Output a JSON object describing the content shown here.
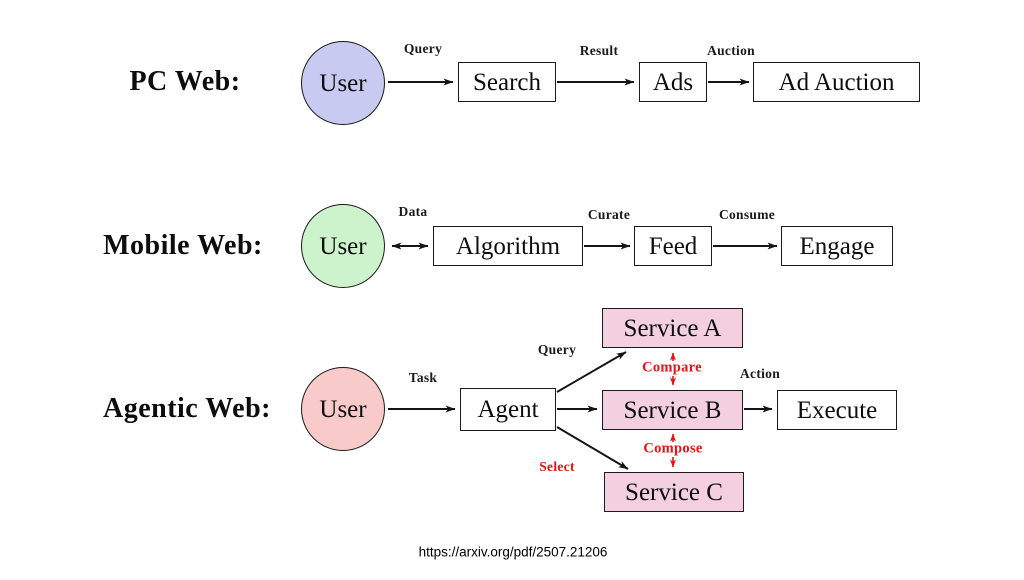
{
  "pc": {
    "row_label": "PC Web:",
    "user": "User",
    "search": "Search",
    "ads": "Ads",
    "ad_auction": "Ad Auction",
    "edge_query": "Query",
    "edge_result": "Result",
    "edge_auction": "Auction"
  },
  "mobile": {
    "row_label": "Mobile Web:",
    "user": "User",
    "algorithm": "Algorithm",
    "feed": "Feed",
    "engage": "Engage",
    "edge_data": "Data",
    "edge_curate": "Curate",
    "edge_consume": "Consume"
  },
  "agentic": {
    "row_label": "Agentic Web:",
    "user": "User",
    "agent": "Agent",
    "service_a": "Service A",
    "service_b": "Service B",
    "service_c": "Service C",
    "execute": "Execute",
    "edge_task": "Task",
    "edge_query": "Query",
    "edge_select": "Select",
    "edge_compare": "Compare",
    "edge_compose": "Compose",
    "edge_action": "Action"
  },
  "footer": {
    "url": "https://arxiv.org/pdf/2507.21206"
  },
  "colors": {
    "pc_user_fill": "#c9caf1",
    "mobile_user_fill": "#cdf3cd",
    "agentic_user_fill": "#f9caca",
    "service_fill": "#f3cfdf",
    "accent_red": "#e31414"
  }
}
